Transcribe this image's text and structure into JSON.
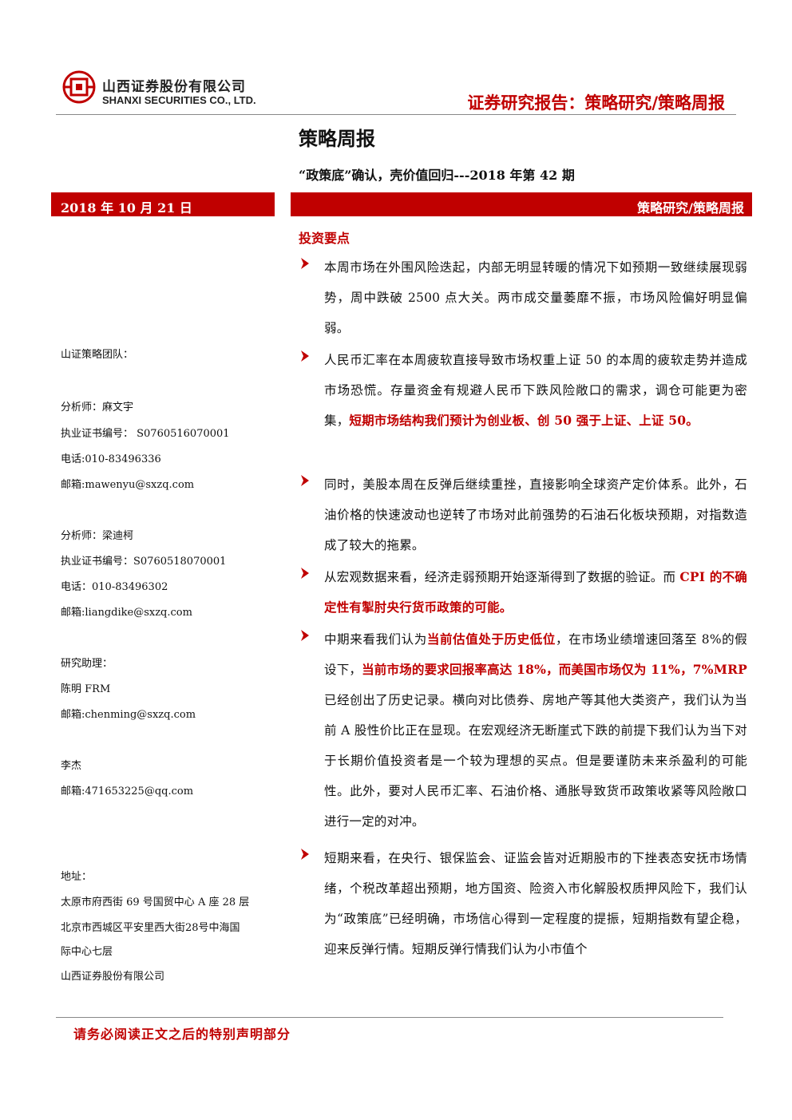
{
  "header": {
    "company_cn": "山西证券股份有限公司",
    "company_en": "SHANXI SECURITIES CO., LTD.",
    "report_type": "证券研究报告：策略研究/策略周报",
    "title": "策略周报",
    "subtitle": "“政策底”确认，壳价值回归---2018 年第 42 期",
    "date": "2018 年 10 月 21 日",
    "category": "策略研究/策略周报"
  },
  "section": {
    "heading": "投资要点"
  },
  "team": {
    "label": "山证策略团队：",
    "a1_name": "分析师：麻文宇",
    "a1_cert": "执业证书编号：  S0760516070001",
    "a1_phone": "电话:010-83496336",
    "a1_email": "邮箱:mawenyu@sxzq.com",
    "a2_name": "分析师：梁迪柯",
    "a2_cert": "执业证书编号：S0760518070001",
    "a2_phone": "电话：010-83496302",
    "a2_email": "邮箱:liangdike@sxzq.com",
    "assistant_label": "研究助理：",
    "assistant_name": "陈明  FRM",
    "assistant_email": "邮箱:chenming@sxzq.com",
    "p4_name": "李杰",
    "p4_email": "邮箱:471653225@qq.com",
    "address_label": "地址：",
    "address_1": "太原市府西街 69 号国贸中心 A 座 28 层",
    "address_2a": "北京市西城区平安里西大街28号中海国",
    "address_2b": "际中心七层",
    "company_footer": "山西证券股份有限公司"
  },
  "bullets": {
    "b1": "本周市场在外围风险迭起，内部无明显转暖的情况下如预期一致继续展现弱势，周中跌破 2500 点大关。两市成交量萎靡不振，市场风险偏好明显偏弱。",
    "b2_a": "人民币汇率在本周疲软直接导致市场权重上证 50 的本周的疲软走势并造成市场恐慌。存量资金有规避人民币下跌风险敞口的需求，调仓可能更为密集，",
    "b2_red": "短期市场结构我们预计为创业板、创 50 强于上证、上证 50。",
    "b3": "同时，美股本周在反弹后继续重挫，直接影响全球资产定价体系。此外，石油价格的快速波动也逆转了市场对此前强势的石油石化板块预期，对指数造成了较大的拖累。",
    "b4_a": "从宏观数据来看，经济走弱预期开始逐渐得到了数据的验证。而 ",
    "b4_red": "CPI 的不确定性有掣肘央行货币政策的可能。",
    "b5_a": "中期来看我们认为",
    "b5_red1": "当前估值处于历史低位",
    "b5_b": "，在市场业绩增速回落至 8%的假设下，",
    "b5_red2": "当前市场的要求回报率高达 18%，而美国市场仅为 11%，7%MRP",
    "b5_c": " 已经创出了历史记录。横向对比债券、房地产等其他大类资产，我们认为当前 A 股性价比正在显现。在宏观经济无断崖式下跌的前提下我们认为当下对于长期价值投资者是一个较为理想的买点。但是要谨防未来杀盈利的可能性。此外，要对人民币汇率、石油价格、通胀导致货币政策收紧等风险敞口进行一定的对冲。",
    "b6": "短期来看，在央行、银保监会、证监会皆对近期股市的下挫表态安抚市场情绪，个税改革超出预期，地方国资、险资入市化解股权质押风险下，我们认为“政策底”已经明确，市场信心得到一定程度的提振，短期指数有望企稳，迎来反弹行情。短期反弹行情我们认为小市值个"
  },
  "footer": {
    "disclaimer": "请务必阅读正文之后的特别声明部分"
  },
  "colors": {
    "brand_red": "#c00000"
  }
}
